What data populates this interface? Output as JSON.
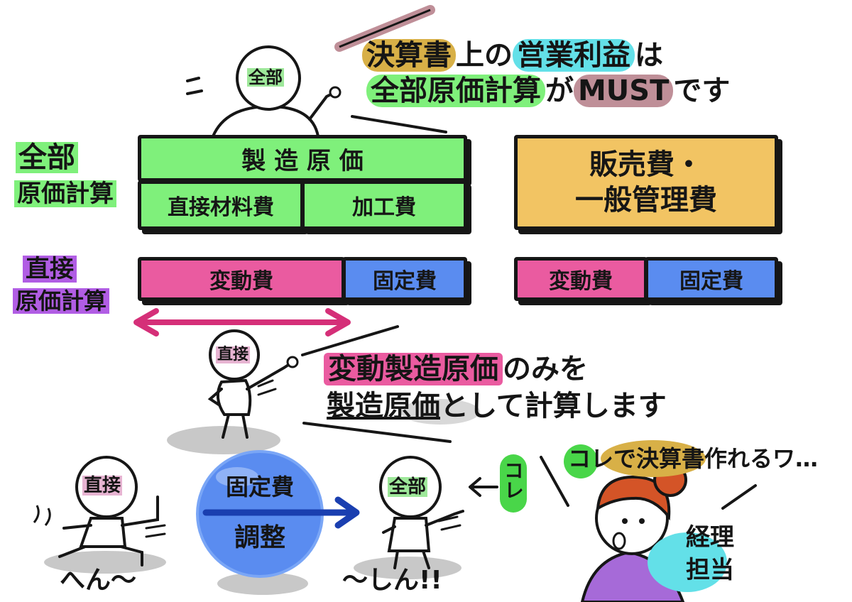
{
  "colors": {
    "green": "#7ff07b",
    "orange": "#f2c463",
    "pink": "#ea5ba0",
    "blue": "#5a8cf0",
    "purple": "#b15de4",
    "mauve": "#bf8f98",
    "cyan": "#63e0e8",
    "gold": "#d8b047",
    "hair": "#d45427",
    "shirt": "#a66ad8",
    "outline": "#161616"
  },
  "headline": {
    "line1_a": "決算書",
    "line1_b": "上の",
    "line1_c": "営業利益",
    "line1_d": "は",
    "line2_a": "全部原価計算",
    "line2_b": "が",
    "line2_c": "MUST",
    "line2_d": "です"
  },
  "zenbu_label": {
    "line1": "全部",
    "line2": "原価計算"
  },
  "chokusetsu_label": {
    "line1": "直接",
    "line2": "原価計算"
  },
  "full_costing": {
    "manufacturing": "製 造 原 価",
    "direct_material": "直接材料費",
    "processing": "加工費",
    "sga_line1": "販売費・",
    "sga_line2": "一般管理費"
  },
  "direct_costing": {
    "mfg_variable": "変動費",
    "mfg_fixed": "固定費",
    "sga_variable": "変動費",
    "sga_fixed": "固定費"
  },
  "mid_message": {
    "line1_a": "変動製造原価",
    "line1_b": "のみを",
    "line2_a": "製造原価",
    "line2_b": "として計算します"
  },
  "characters": {
    "head_top": "全部",
    "head_mid": "直接",
    "head_left": "直接",
    "head_right": "全部"
  },
  "adjustment": {
    "line1": "固定費",
    "line2": "調整"
  },
  "sound_left": "へん～",
  "sound_right": "～しん!!",
  "kore": "コレ",
  "accountant": {
    "speech_a": "コレ",
    "speech_b": "で",
    "speech_c": "決算書",
    "speech_d": "作れるワ…",
    "title_line1": "経理",
    "title_line2": "担当"
  }
}
